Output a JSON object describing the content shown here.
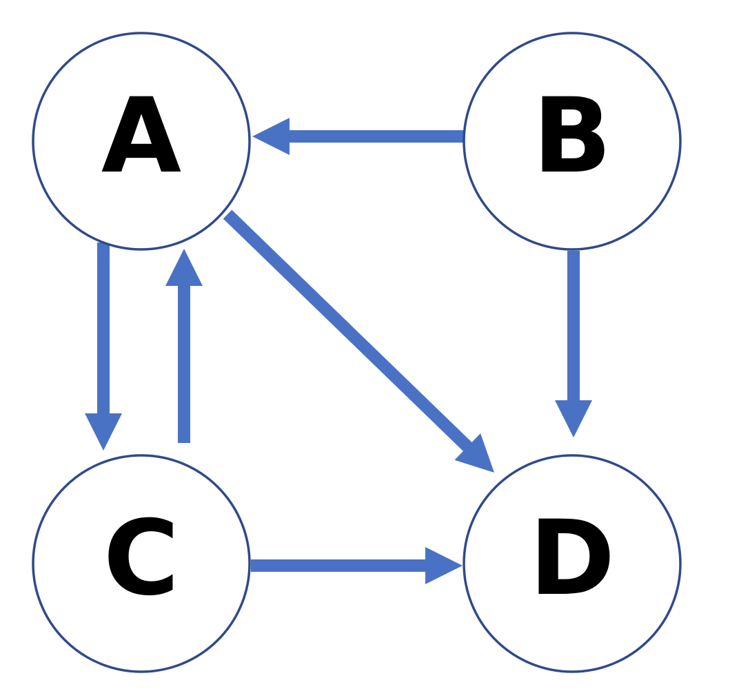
{
  "diagram": {
    "type": "directed-graph",
    "colors": {
      "edge": "#4A72C4",
      "node_border": "#2F4A8A",
      "node_fill": "#FFFFFF",
      "label": "#000000"
    },
    "nodes": [
      {
        "id": "A",
        "label": "A"
      },
      {
        "id": "B",
        "label": "B"
      },
      {
        "id": "C",
        "label": "C"
      },
      {
        "id": "D",
        "label": "D"
      }
    ],
    "edges": [
      {
        "from": "B",
        "to": "A"
      },
      {
        "from": "A",
        "to": "C"
      },
      {
        "from": "C",
        "to": "A"
      },
      {
        "from": "A",
        "to": "D"
      },
      {
        "from": "B",
        "to": "D"
      },
      {
        "from": "C",
        "to": "D"
      }
    ]
  }
}
